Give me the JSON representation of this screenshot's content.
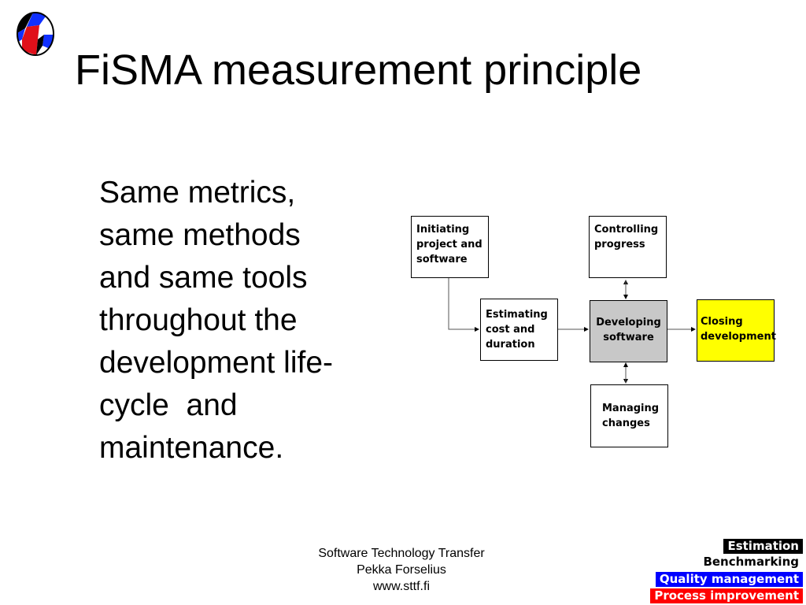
{
  "slide": {
    "title": "FiSMA measurement principle",
    "body_lines": [
      "Same metrics,",
      "same methods",
      "and same tools",
      "throughout the",
      "development life-",
      "cycle  and",
      "maintenance."
    ]
  },
  "diagram": {
    "initiating": [
      "Initiating",
      "project and",
      "software"
    ],
    "controlling": [
      "Controlling",
      "progress"
    ],
    "estimating": [
      "Estimating",
      "cost and",
      "duration"
    ],
    "developing": [
      "Developing",
      "software"
    ],
    "closing": [
      "Closing",
      "development"
    ],
    "managing": [
      "Managing",
      "changes"
    ]
  },
  "footer": {
    "lines": [
      "Software Technology Transfer",
      "Pekka Forselius",
      "www.sttf.fi"
    ]
  },
  "tags": [
    {
      "label": "Estimation",
      "bg": "#000000",
      "fg": "#ffffff"
    },
    {
      "label": "Benchmarking",
      "bg": "#ffffff",
      "fg": "#000000"
    },
    {
      "label": "Quality management",
      "bg": "#0000ff",
      "fg": "#ffffff"
    },
    {
      "label": "Process improvement",
      "bg": "#ff0000",
      "fg": "#ffffff"
    }
  ]
}
